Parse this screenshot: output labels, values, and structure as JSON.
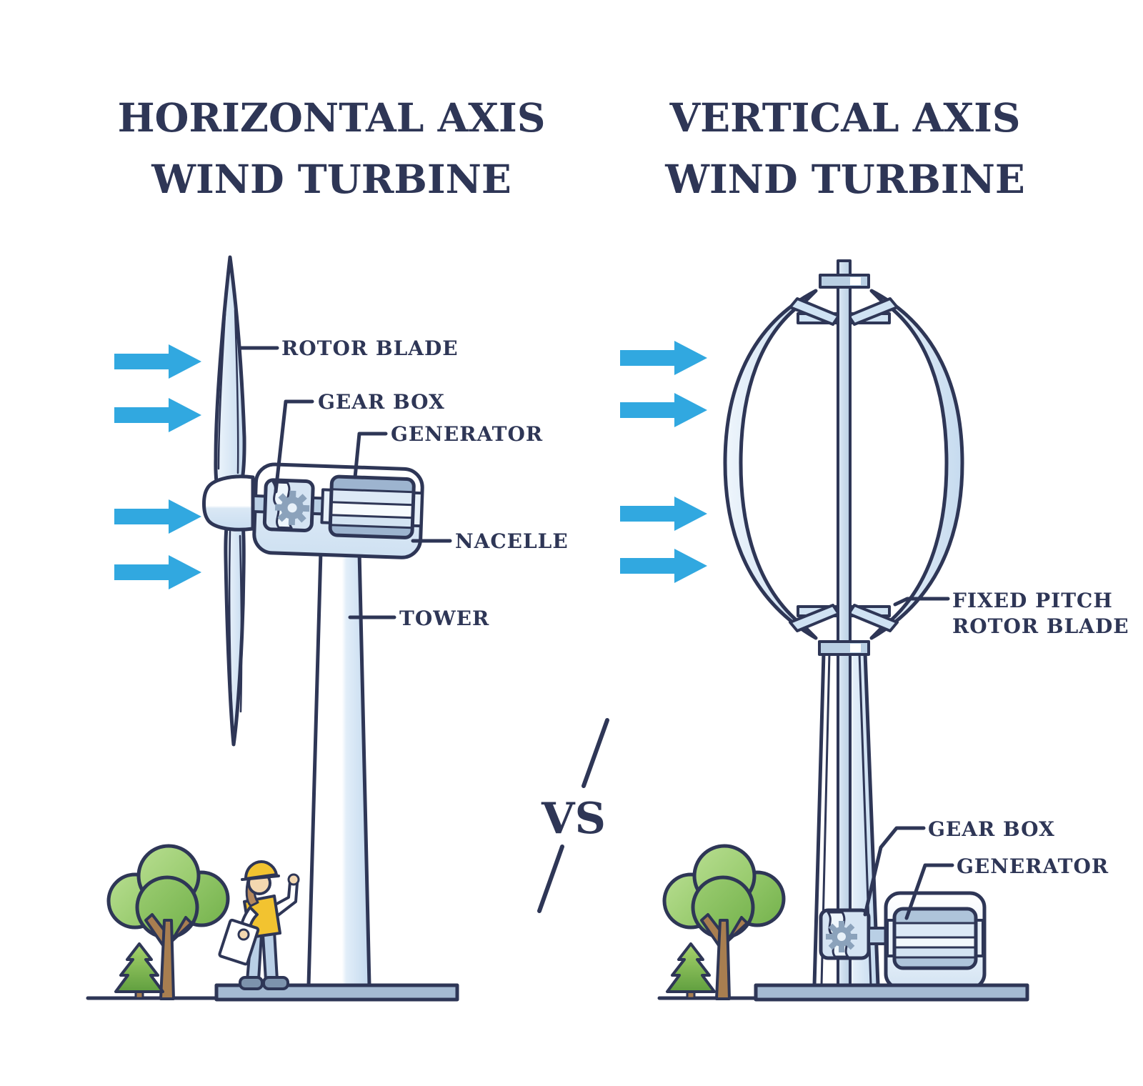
{
  "titles": {
    "left": {
      "line1": "HORIZONTAL AXIS",
      "line2": "WIND TURBINE"
    },
    "right": {
      "line1": "VERTICAL AXIS",
      "line2": "WIND TURBINE"
    }
  },
  "comparison": {
    "vs_label": "VS"
  },
  "hawt": {
    "name": "horizontal-axis-wind-turbine",
    "wind_arrow_count": 4,
    "labels": {
      "rotor_blade": "ROTOR BLADE",
      "gear_box": "GEAR BOX",
      "generator": "GENERATOR",
      "nacelle": "NACELLE",
      "tower": "TOWER"
    }
  },
  "vawt": {
    "name": "vertical-axis-wind-turbine",
    "wind_arrow_count": 4,
    "labels": {
      "fixed_pitch_line1": "FIXED PITCH",
      "fixed_pitch_line2": "ROTOR BLADE",
      "gear_box": "GEAR BOX",
      "generator": "GENERATOR"
    }
  },
  "colors": {
    "outline_navy": "#2e3656",
    "wind_arrow_blue": "#31a8e0",
    "fill_light_blue": "#d9e7f5",
    "fill_mid_blue": "#b9cfe3",
    "generator_band_blue": "#9db4cf",
    "gear_steel": "#8ba2bb",
    "platform_blue": "#a4bad2",
    "tree_green_light": "#a8d47c",
    "tree_green_dark": "#85c05e",
    "trunk_brown": "#a87e50",
    "safety_yellow": "#f2c330",
    "skin_tan": "#f3d7b0",
    "jeans_blue": "#b9cfe6"
  }
}
